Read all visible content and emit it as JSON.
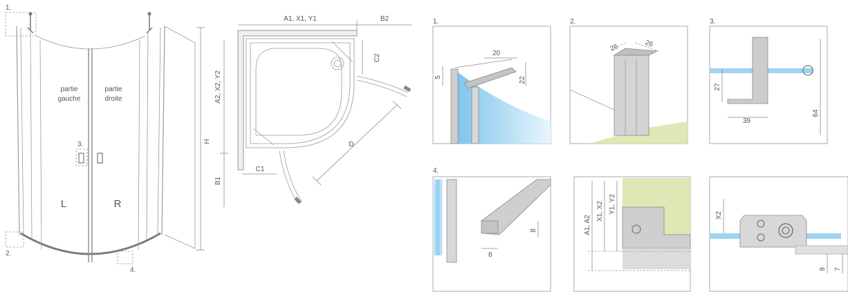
{
  "shower_front": {
    "callouts": [
      "1.",
      "2.",
      "3.",
      "4."
    ],
    "left_part": [
      "partie",
      "gauche"
    ],
    "right_part": [
      "partie",
      "droite"
    ],
    "side_left": "L",
    "side_right": "R",
    "height_label": "H"
  },
  "plan_view": {
    "top_width": "A1, X1, Y1",
    "top_right": "B2",
    "left_height": "A2, X2, Y2",
    "right_short": "C2",
    "diagonal": "D",
    "left_lower": "B1",
    "bottom_short": "C1"
  },
  "detail_1": {
    "num": "1.",
    "dims": [
      "20",
      "5",
      "22"
    ]
  },
  "detail_2": {
    "num": "2.",
    "dims": [
      "26",
      "26"
    ]
  },
  "detail_3": {
    "num": "3.",
    "dims": [
      "27",
      "39",
      "64"
    ]
  },
  "detail_4": {
    "num": "4.",
    "dims": [
      "8",
      "8"
    ]
  },
  "detail_5": {
    "dims": [
      "A1, A2",
      "X1, X2",
      "Y1, Y2"
    ]
  },
  "detail_6": {
    "dims": [
      "X2",
      "9",
      "7"
    ]
  },
  "colors": {
    "glass": "#9fd3f0",
    "wall": "#e0e6b4",
    "frame": "#a0a0a0",
    "line": "#8a8a8a"
  }
}
